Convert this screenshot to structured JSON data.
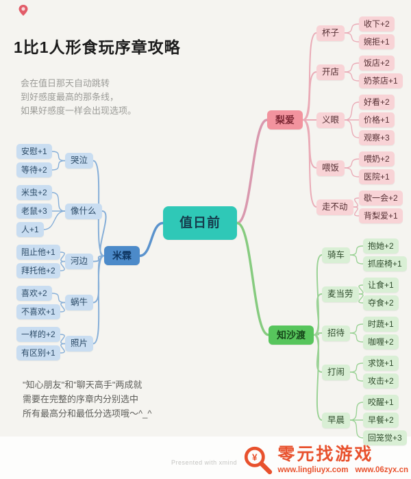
{
  "header": {
    "title": "1比1人形食玩序章攻略",
    "note_lines": [
      "会在值日那天自动跳转",
      "到好感度最高的那条线，",
      "如果好感度一样会出现选项。"
    ]
  },
  "footer": {
    "note_lines": [
      "\"知心朋友\"和\"聊天高手\"两成就",
      "需要在完整的序章内分别选中",
      "所有最高分和最低分选项哦～^_^"
    ],
    "credit": "Presented with xmind"
  },
  "watermark": {
    "brand": "零元找游戏",
    "urls": [
      "www.lingliuyx.com",
      "www.06zyx.cn"
    ],
    "color": "#e8512d"
  },
  "icons": {
    "pin_color": "#e25c68",
    "magnifier_glyph": "¥"
  },
  "mindmap": {
    "root": {
      "label": "值日前",
      "color": "#2fc8b7",
      "text_color": "#163c4d"
    },
    "branches": [
      {
        "label": "米霖",
        "side": "left",
        "color": "#4c8ac9",
        "text_color": "#0f3763",
        "tint": "#c9ddf1",
        "sub_text": "#2b4a66",
        "line": "#85aed8",
        "main_line": "#5b93cd",
        "topics": [
          {
            "label": "哭泣",
            "children": [
              "安慰+1",
              "等待+2"
            ]
          },
          {
            "label": "像什么",
            "children": [
              "米虫+2",
              "老鼠+3",
              "人+1"
            ]
          },
          {
            "label": "河边",
            "children": [
              "阻止他+1",
              "拜托他+2"
            ]
          },
          {
            "label": "蜗牛",
            "children": [
              "喜欢+2",
              "不喜欢+1"
            ]
          },
          {
            "label": "照片",
            "children": [
              "一样的+2",
              "有区别+1"
            ]
          }
        ]
      },
      {
        "label": "梨爱",
        "side": "right-top",
        "color": "#f2939e",
        "text_color": "#7c2734",
        "tint": "#f8d3d6",
        "sub_text": "#563034",
        "line": "#eaaab6",
        "main_line": "#d998ae",
        "topics": [
          {
            "label": "杯子",
            "children": [
              "收下+2",
              "婉拒+1"
            ]
          },
          {
            "label": "开店",
            "children": [
              "饭店+2",
              "奶茶店+1"
            ]
          },
          {
            "label": "义眼",
            "children": [
              "好看+2",
              "价格+1",
              "观察+3"
            ]
          },
          {
            "label": "喂饭",
            "children": [
              "喂奶+2",
              "医院+1"
            ]
          },
          {
            "label": "走不动",
            "children": [
              "歇一会+2",
              "背梨爱+1"
            ]
          }
        ]
      },
      {
        "label": "知沙渡",
        "side": "right-bottom",
        "color": "#57c55c",
        "text_color": "#17481b",
        "tint": "#d9efd5",
        "sub_text": "#2f4c2c",
        "line": "#9ad295",
        "main_line": "#86cb7f",
        "topics": [
          {
            "label": "骑车",
            "children": [
              "抱她+2",
              "抓座椅+1"
            ]
          },
          {
            "label": "麦当劳",
            "children": [
              "让食+1",
              "夺食+2"
            ]
          },
          {
            "label": "招待",
            "children": [
              "时蔬+1",
              "咖喱+2"
            ]
          },
          {
            "label": "打闹",
            "children": [
              "求饶+1",
              "攻击+2"
            ]
          },
          {
            "label": "早晨",
            "children": [
              "咬醒+1",
              "早餐+2",
              "回笼觉+3"
            ]
          }
        ]
      }
    ]
  }
}
